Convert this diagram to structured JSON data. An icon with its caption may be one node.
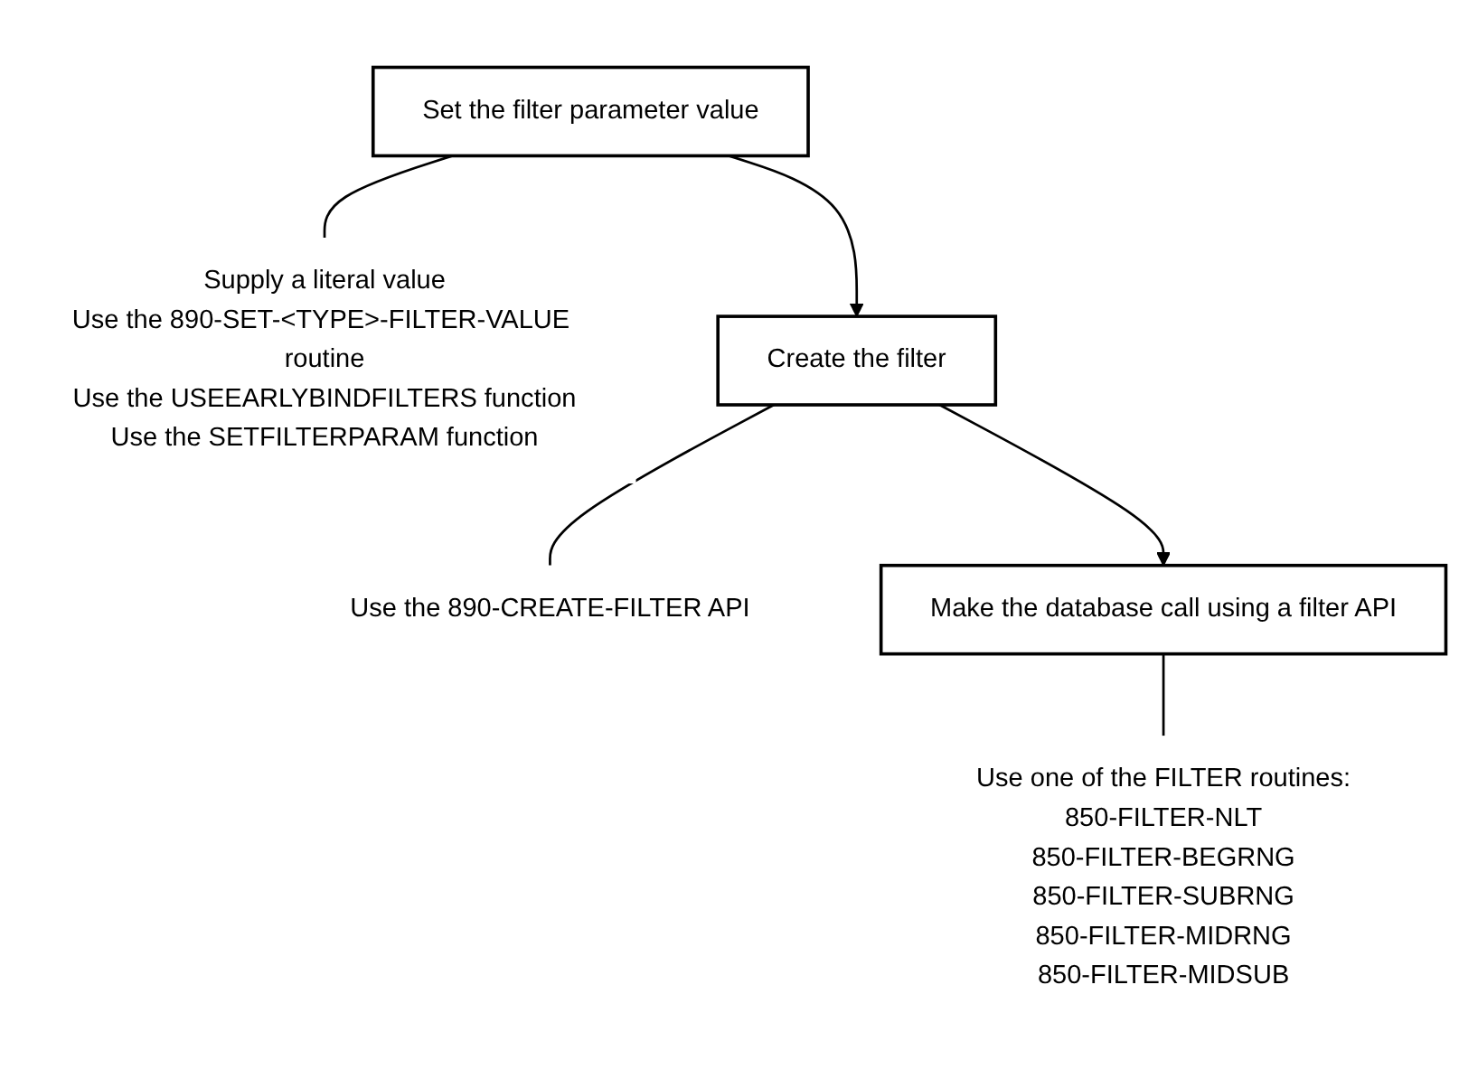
{
  "diagram": {
    "nodes": [
      {
        "text": [
          "Set the filter parameter value"
        ]
      },
      {
        "text": [
          "Supply a literal value",
          "Use the 890-SET-<TYPE>-FILTER-VALUE routine",
          "Use the USEEARLYBINDFILTERS function",
          "Use the SETFILTERPARAM function"
        ]
      },
      {
        "text": [
          "Create the filter"
        ]
      },
      {
        "text": [
          "Use the 890-CREATE-FILTER API"
        ]
      },
      {
        "text": [
          "Make the database call using a filter API"
        ]
      },
      {
        "text": [
          "Use one of the FILTER routines:",
          "850-FILTER-NLT",
          "850-FILTER-BEGRNG",
          "850-FILTER-SUBRNG",
          "850-FILTER-MIDRNG",
          "850-FILTER-MIDSUB"
        ]
      }
    ],
    "edges": [
      {
        "from": 0,
        "to": 2,
        "arrow": "to"
      },
      {
        "from": 2,
        "to": 4,
        "arrow": "to"
      },
      {
        "from": 0,
        "to": 1,
        "arrow": "none"
      },
      {
        "from": 2,
        "to": 3,
        "arrow": "none"
      },
      {
        "from": 4,
        "to": 5,
        "arrow": "none"
      }
    ]
  }
}
